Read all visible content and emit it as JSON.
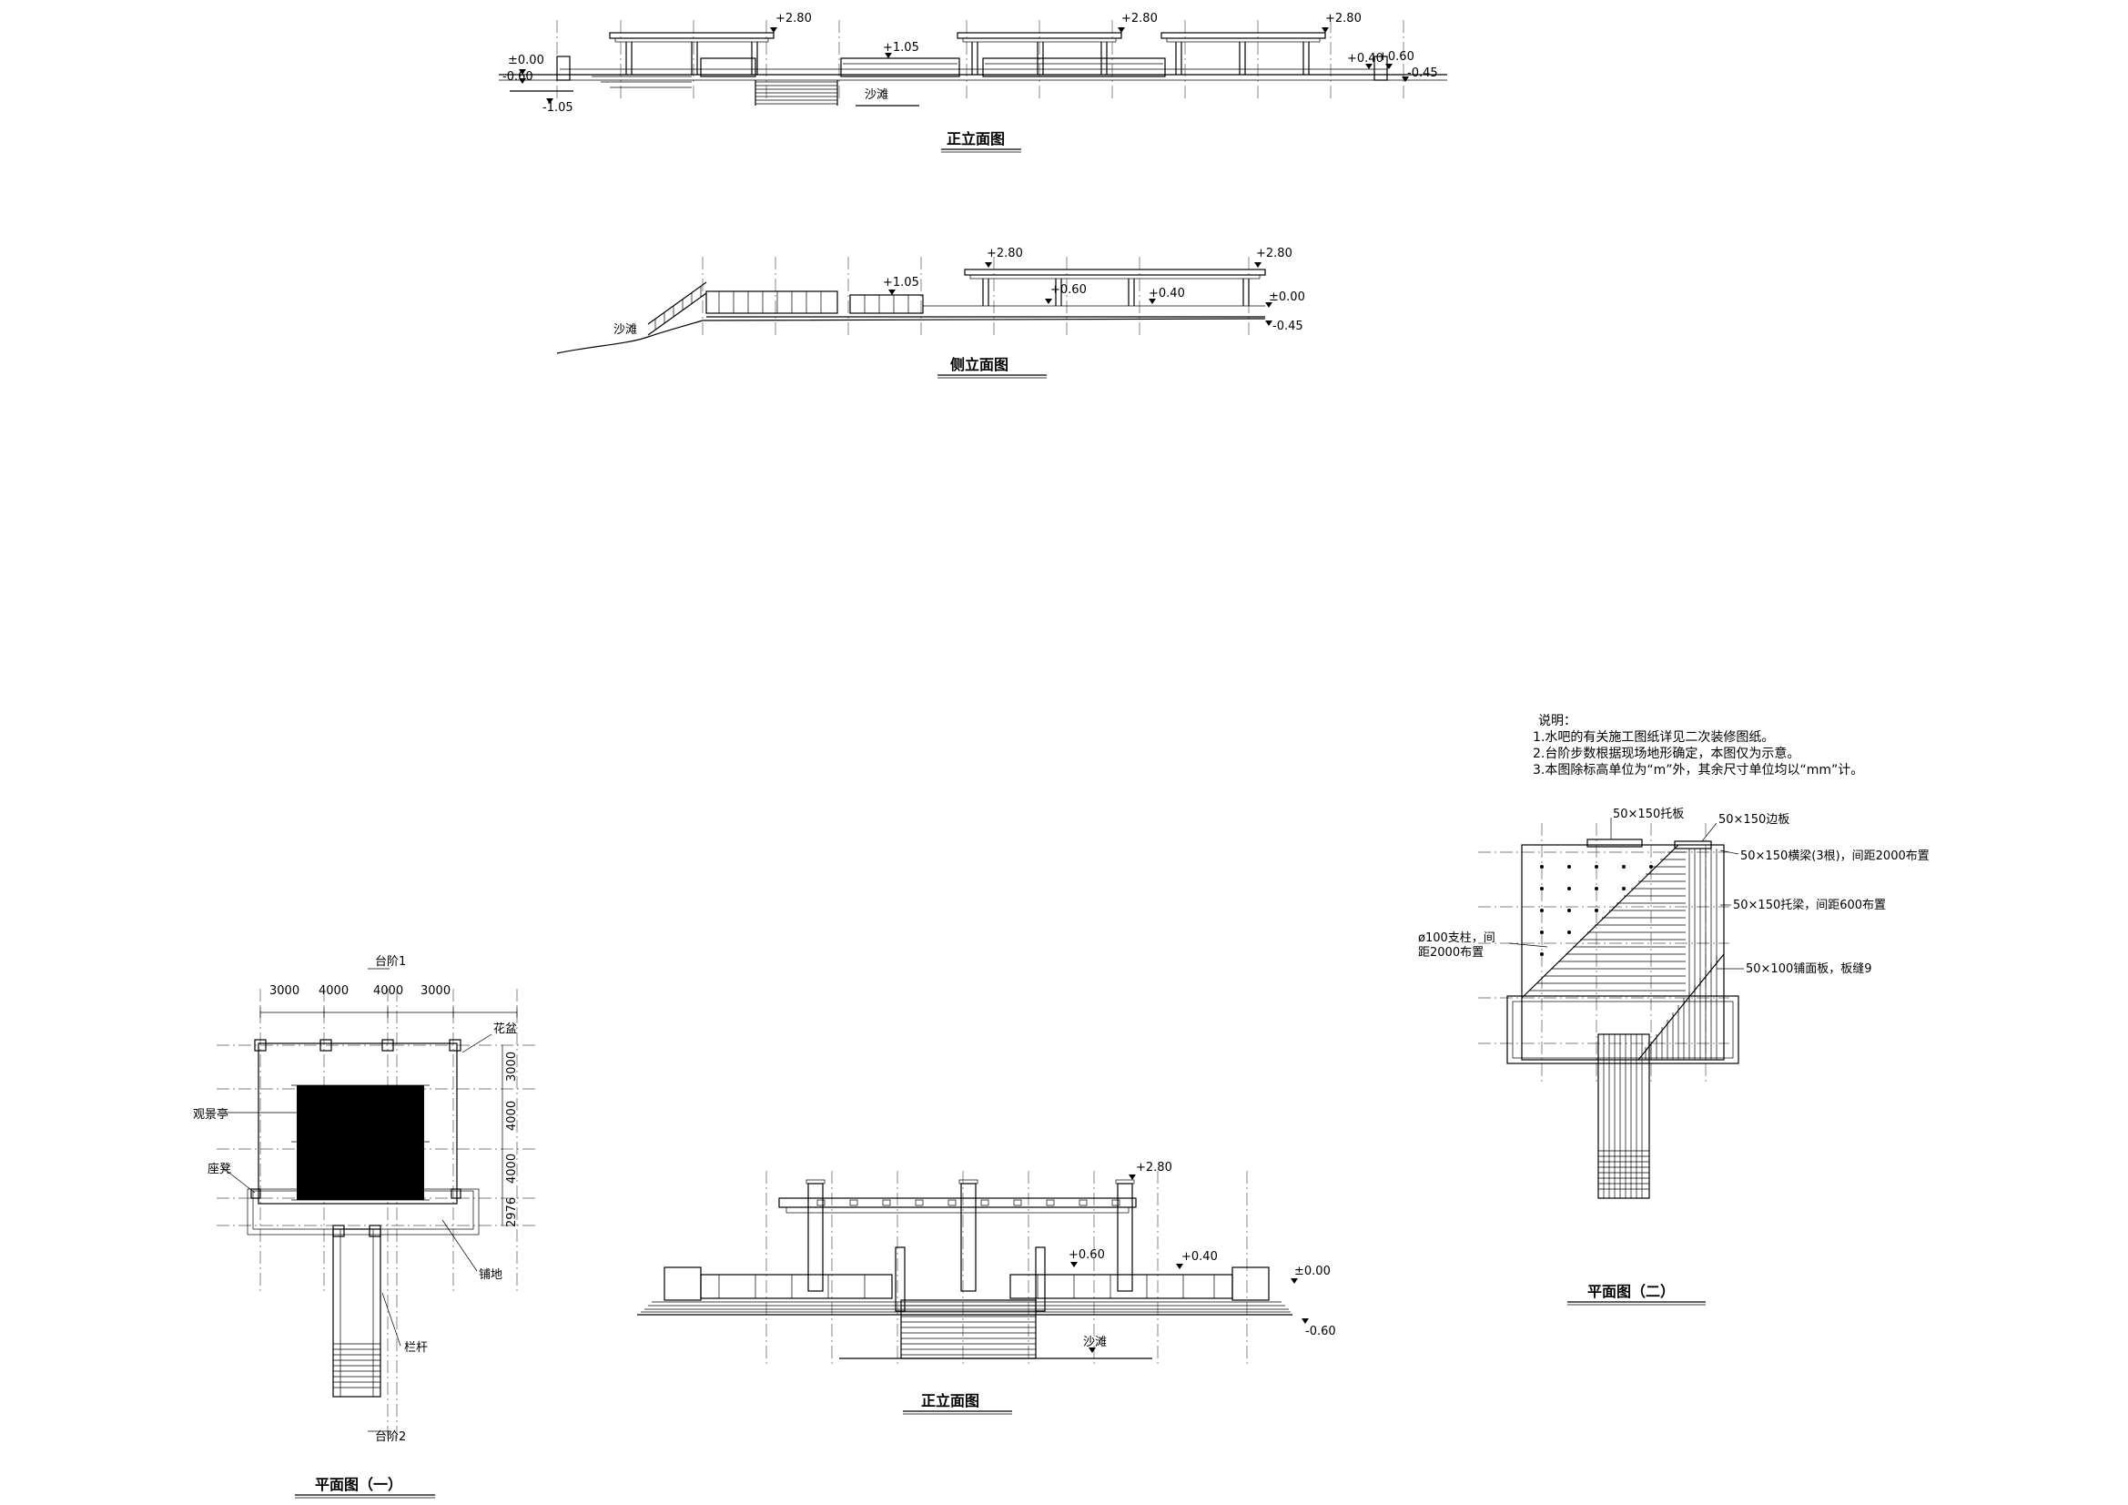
{
  "drawings": {
    "front_top": {
      "title": "正立面图",
      "elev_left_top": "±0.00",
      "elev_left_mid": "-0.60",
      "elev_left_bot": "-1.05",
      "elev_p1": "+2.80",
      "elev_p2": "+2.80",
      "elev_p3": "+2.80",
      "elev_bridge": "+1.05",
      "elev_r1": "+0.40",
      "elev_r2": "+0.60",
      "elev_r3": "-0.45",
      "beach": "沙滩"
    },
    "side": {
      "title": "侧立面图",
      "beach": "沙滩",
      "elev_bridge": "+1.05",
      "elev_p1": "+2.80",
      "elev_p2": "+2.80",
      "elev_a": "+0.60",
      "elev_b": "+0.40",
      "elev_c": "±0.00",
      "elev_d": "-0.45"
    },
    "plan1": {
      "title": "平面图（一）",
      "dims_top": [
        "3000",
        "4000",
        "4000",
        "3000"
      ],
      "dims_right": [
        "3000",
        "4000",
        "4000",
        "2976"
      ],
      "step1": "台阶1",
      "step2": "台阶2",
      "flowerpot": "花盆",
      "pavilion": "观景亭",
      "bench": "座凳",
      "paving": "铺地",
      "railing": "栏杆"
    },
    "front_bottom": {
      "title": "正立面图",
      "elev_top": "+2.80",
      "elev_a": "+0.60",
      "elev_b": "+0.40",
      "elev_c": "±0.00",
      "elev_d": "-0.60",
      "beach": "沙滩"
    },
    "plan2": {
      "title": "平面图（二）",
      "label_tuoban": "50×150托板",
      "label_bianban": "50×150边板",
      "label_hengliang": "50×150横梁(3根)，间距2000布置",
      "label_tuoliang": "50×150托梁，间距600布置",
      "label_zhizhu_1": "ø100支柱，间",
      "label_zhizhu_2": "距2000布置",
      "label_pumian": "50×100铺面板，板缝9"
    }
  },
  "notes": {
    "heading": "说明：",
    "lines": [
      "1.水吧的有关施工图纸详见二次装修图纸。",
      "2.台阶步数根据现场地形确定，本图仅为示意。",
      "3.本图除标高单位为“m”外，其余尺寸单位均以“mm”计。"
    ]
  }
}
